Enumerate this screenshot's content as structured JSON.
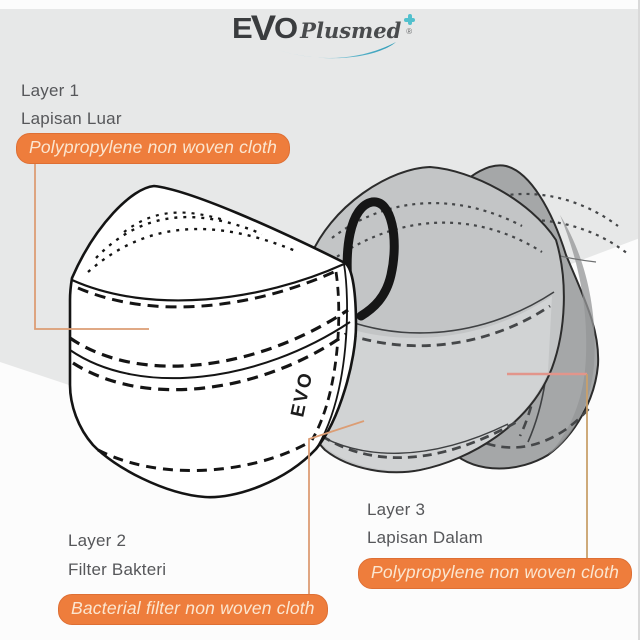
{
  "header": {
    "logo": {
      "evo_e": "E",
      "evo_v": "V",
      "evo_o": "O",
      "plusmed": "Plusmed",
      "registered": "®"
    }
  },
  "diagram": {
    "mask_print": "EVO",
    "layers": [
      {
        "title": "Layer 1",
        "subtitle": "Lapisan Luar",
        "badge": "Polypropylene non woven cloth"
      },
      {
        "title": "Layer 2",
        "subtitle": "Filter Bakteri",
        "badge": "Bacterial filter non woven cloth"
      },
      {
        "title": "Layer 3",
        "subtitle": "Lapisan Dalam",
        "badge": "Polypropylene non woven cloth"
      }
    ]
  },
  "colors": {
    "accent_orange": "#ee7d3c",
    "badge_text": "#fbe6d0",
    "connector_orange": "#dc9d74",
    "connector_tan": "#c9a06b",
    "connector_pink": "#e2958b",
    "background_gray": "#e7e8e8",
    "label_text": "#56575a",
    "logo_teal": "#52c0cd",
    "mask_mid_gray": "#c3c5c6",
    "mask_dark_gray": "#a5a7a8"
  }
}
